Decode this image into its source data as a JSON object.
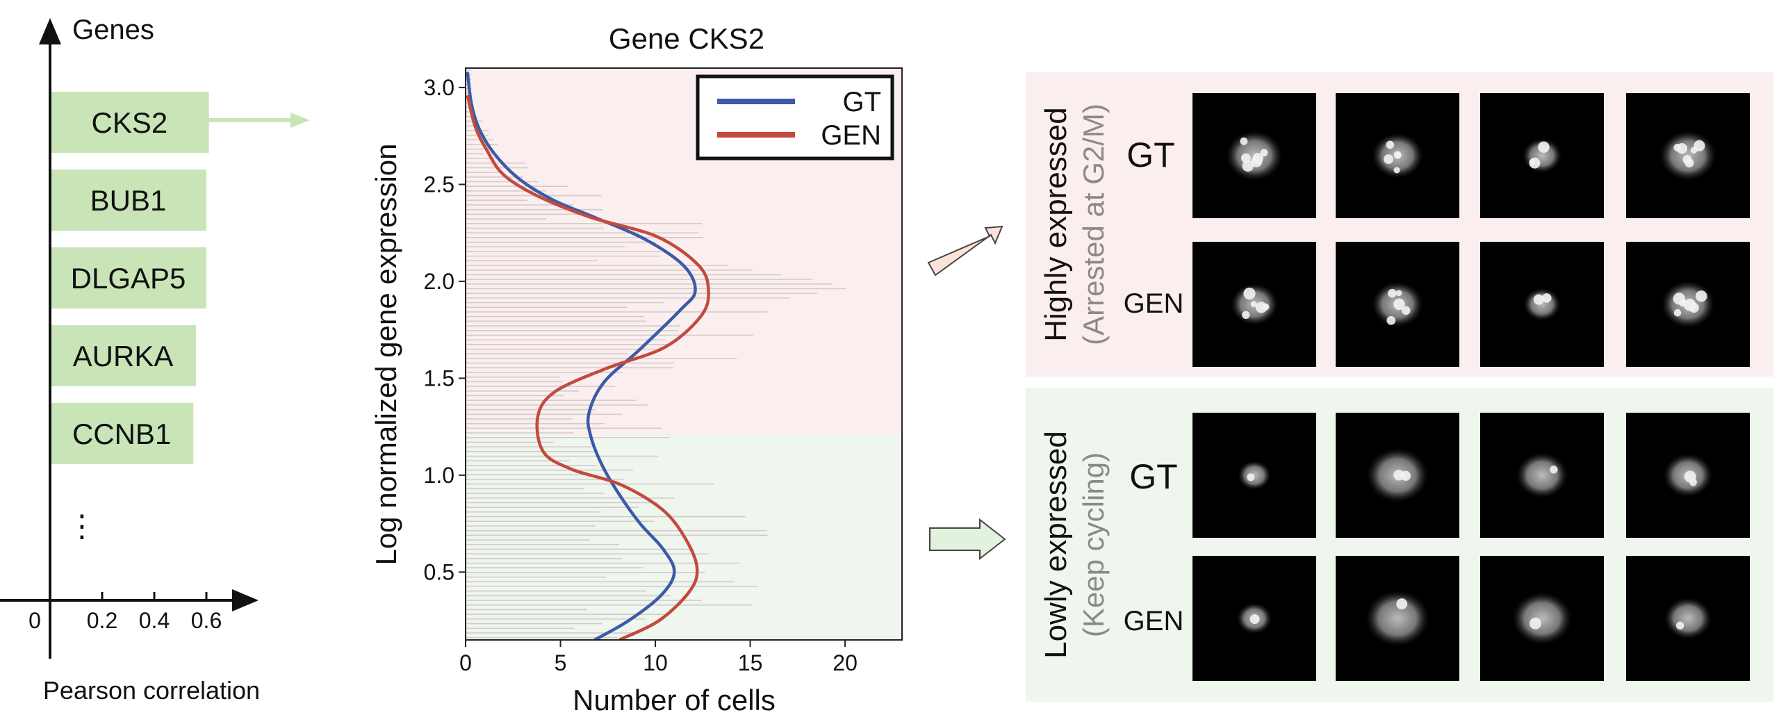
{
  "bar_panel": {
    "y_label": "Genes",
    "x_label": "Pearson correlation",
    "x_ticks": [
      "0",
      "0.2",
      "0.4",
      "0.6"
    ],
    "more_marker": "⋮",
    "bar_color": "#c9e5b8",
    "arrow_color": "#c9e5b8"
  },
  "chart_data": [
    {
      "type": "bar",
      "orientation": "horizontal",
      "categories": [
        "CKS2",
        "BUB1",
        "DLGAP5",
        "AURKA",
        "CCNB1"
      ],
      "values": [
        0.61,
        0.6,
        0.6,
        0.56,
        0.55
      ],
      "xlabel": "Pearson correlation",
      "ylabel": "Genes",
      "xlim": [
        0,
        0.75
      ],
      "x_ticks": [
        0,
        0.2,
        0.4,
        0.6
      ]
    },
    {
      "type": "line",
      "orientation": "vertical-density",
      "title": "Gene CKS2",
      "xlabel": "Number of cells",
      "ylabel": "Log normalized gene expression",
      "xlim": [
        0,
        23
      ],
      "ylim": [
        0.15,
        3.1
      ],
      "x_ticks": [
        0,
        5,
        10,
        15,
        20
      ],
      "y_ticks": [
        0.5,
        1.0,
        1.5,
        2.0,
        2.5,
        3.0
      ],
      "threshold": 1.2,
      "high_region_color": "#fbeeee",
      "low_region_color": "#eef6ee",
      "legend_position": "top-right",
      "series": [
        {
          "name": "GT",
          "color": "#3a5ba8",
          "points": [
            [
              6.8,
              0.15
            ],
            [
              8.6,
              0.25
            ],
            [
              10.3,
              0.38
            ],
            [
              11,
              0.5
            ],
            [
              10.4,
              0.62
            ],
            [
              9.2,
              0.75
            ],
            [
              8.1,
              0.9
            ],
            [
              7.2,
              1.05
            ],
            [
              6.6,
              1.2
            ],
            [
              6.5,
              1.32
            ],
            [
              7.3,
              1.48
            ],
            [
              9.2,
              1.65
            ],
            [
              11.3,
              1.85
            ],
            [
              12.1,
              1.95
            ],
            [
              11.5,
              2.08
            ],
            [
              9.4,
              2.22
            ],
            [
              6.8,
              2.33
            ],
            [
              4.6,
              2.42
            ],
            [
              2.8,
              2.53
            ],
            [
              1.5,
              2.66
            ],
            [
              0.7,
              2.79
            ],
            [
              0.3,
              2.92
            ],
            [
              0.1,
              3.08
            ]
          ]
        },
        {
          "name": "GEN",
          "color": "#c24a3e",
          "points": [
            [
              8.1,
              0.15
            ],
            [
              10.2,
              0.25
            ],
            [
              11.8,
              0.4
            ],
            [
              12.2,
              0.52
            ],
            [
              11.6,
              0.67
            ],
            [
              10.4,
              0.82
            ],
            [
              8.2,
              0.95
            ],
            [
              5.6,
              1.03
            ],
            [
              4.1,
              1.12
            ],
            [
              3.8,
              1.3
            ],
            [
              4.7,
              1.43
            ],
            [
              7.4,
              1.55
            ],
            [
              10.5,
              1.66
            ],
            [
              12.4,
              1.82
            ],
            [
              12.8,
              1.95
            ],
            [
              12.3,
              2.08
            ],
            [
              10.1,
              2.23
            ],
            [
              6.6,
              2.33
            ],
            [
              3.8,
              2.44
            ],
            [
              2,
              2.55
            ],
            [
              1.1,
              2.68
            ],
            [
              0.5,
              2.8
            ],
            [
              0.1,
              2.96
            ]
          ]
        }
      ]
    }
  ],
  "images": {
    "high": {
      "title": "Highly expressed",
      "subtitle": "(Arrested at G2/M)",
      "rows": [
        "GT",
        "GEN"
      ],
      "bg_color": "#fbeeee"
    },
    "low": {
      "title": "Lowly expressed",
      "subtitle": "(Keep cycling)",
      "rows": [
        "GT",
        "GEN"
      ],
      "bg_color": "#eef6ee"
    },
    "arrow_high_color": "#fbe3d8",
    "arrow_low_color": "#e3f2dc",
    "cell_images": "grayscale fluorescence nucleus micrographs on black background"
  }
}
